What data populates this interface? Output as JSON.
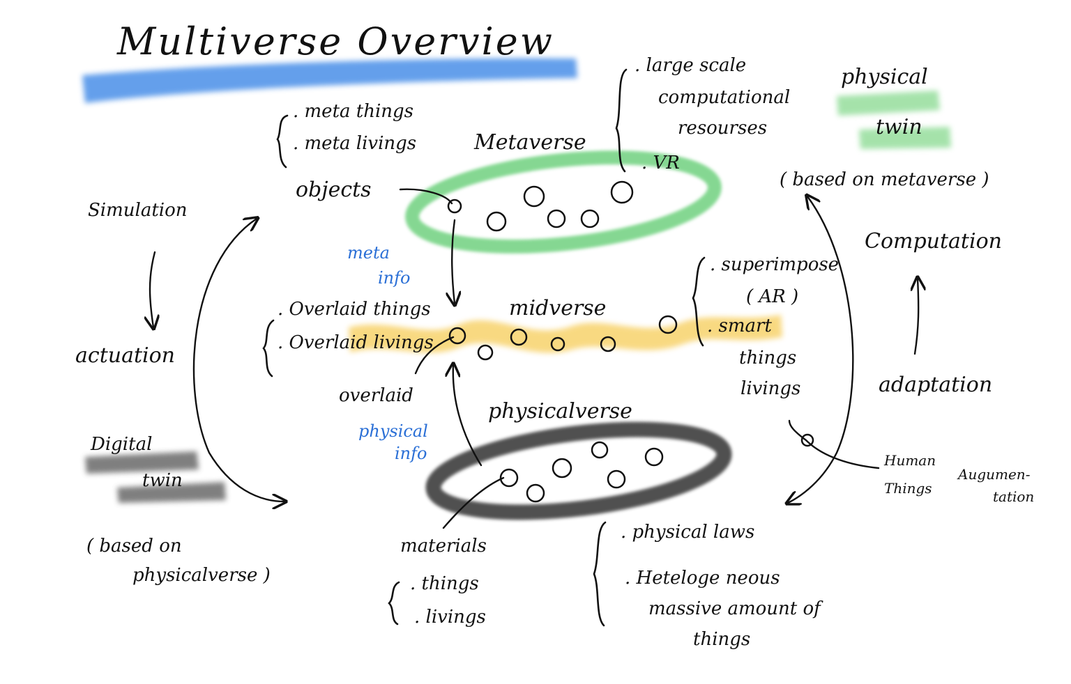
{
  "title": "Multiverse Overview",
  "metaverse": {
    "label": "Metaverse",
    "items": [
      ". meta things",
      ". meta livings"
    ],
    "objects": "objects",
    "resources": [
      ". large scale",
      "computational",
      "resourses",
      ". VR"
    ]
  },
  "physical_twin": {
    "line1": "physical",
    "line2": "twin",
    "based_on": "( based on metaverse )"
  },
  "left_cycle": {
    "simulation": "Simulation",
    "actuation": "actuation"
  },
  "digital_twin": {
    "line1": "Digital",
    "line2": "twin",
    "based_on_1": "( based on",
    "based_on_2": "physicalverse )"
  },
  "midverse": {
    "label": "midverse",
    "meta_info_1": "meta",
    "meta_info_2": "info",
    "items": [
      ". Overlaid things",
      ". Overlaid livings"
    ],
    "overlaid": "overlaid",
    "right_items": [
      ". superimpose",
      "( AR )",
      ". smart",
      "things",
      "livings"
    ]
  },
  "right_cycle": {
    "computation": "Computation",
    "adaptation": "adaptation"
  },
  "human_aug": {
    "human": "Human",
    "things": "Things",
    "aug_1": "Augumen-",
    "aug_2": "tation"
  },
  "physicalverse": {
    "label": "physicalverse",
    "phys_info_1": "physical",
    "phys_info_2": "info",
    "materials": "materials",
    "material_items": [
      ". things",
      ". livings"
    ],
    "laws": [
      ". physical laws",
      ". Heteloge neous",
      "massive amount of",
      "things"
    ]
  },
  "colors": {
    "title_highlight": "#4a8fe8",
    "metaverse_ring": "#6fd17f",
    "midverse_band": "#f6c94e",
    "physicalverse_ring": "#333333",
    "physical_twin_highlight": "#8fdc96",
    "digital_twin_highlight": "#555555",
    "blue_text": "#2a6fd6"
  }
}
